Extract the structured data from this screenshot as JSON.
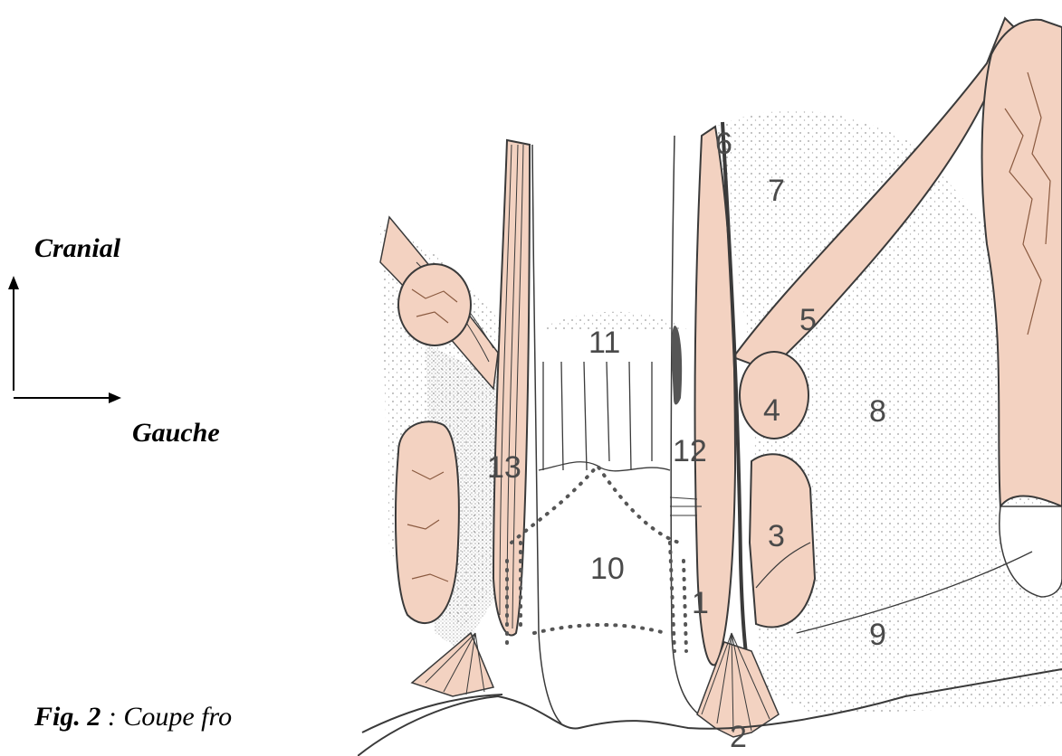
{
  "orientation": {
    "up_label": "Cranial",
    "right_label": "Gauche"
  },
  "caption": {
    "prefix": "Fig. 2",
    "text": " : Coupe fro"
  },
  "figure": {
    "colors": {
      "muscle_fill": "#f3d2c1",
      "outline": "#3a3a3a",
      "fat_stipple": "#9a9a9a"
    },
    "labels": [
      "1",
      "2",
      "3",
      "4",
      "5",
      "6",
      "7",
      "8",
      "9",
      "10",
      "11",
      "12",
      "13"
    ]
  }
}
